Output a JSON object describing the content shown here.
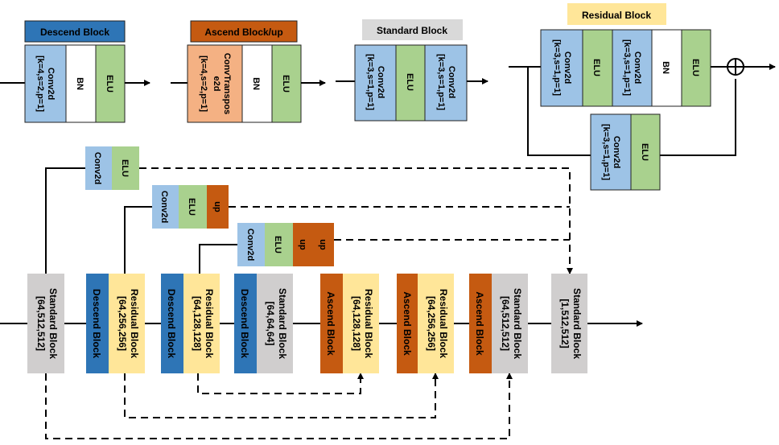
{
  "colors": {
    "conv": "#9dc3e6",
    "bn": "#ffffff",
    "elu": "#a9d18e",
    "convtrans": "#f4b183",
    "up": "#c55a11",
    "descend": "#2e75b6",
    "ascend": "#c55a11",
    "standard": "#d0cece",
    "residual": "#ffe699",
    "legend_standard_bg": "#d9d9d9",
    "legend_residual_bg": "#ffe699"
  },
  "legend": {
    "descend": {
      "title": "Descend Block",
      "conv_name": "Conv2d",
      "conv_params": "[k=4,s=2,p=1]",
      "bn": "BN",
      "elu": "ELU"
    },
    "ascend": {
      "title": "Ascend Block/up",
      "conv_name_1": "ConvTranspos",
      "conv_name_2": "e2d",
      "conv_params": "[k=4,s=2,p=1]",
      "bn": "BN",
      "elu": "ELU"
    },
    "standard": {
      "title": "Standard Block",
      "conv1_name": "Conv2d",
      "conv1_params": "[k=3,s=1,p=1]",
      "elu1": "ELU",
      "conv2_name": "Conv2d",
      "conv2_params": "[k=3,s=1,p=1]"
    },
    "residual": {
      "title": "Residual Block",
      "conv1_name": "Conv2d",
      "conv1_params": "[k=3,s=1,p=1]",
      "elu1": "ELU",
      "conv2_name": "Conv2d",
      "conv2_params": "[k=3,s=1,p=1]",
      "bn": "BN",
      "elu2": "ELU",
      "skip_conv_name": "Conv2d",
      "skip_conv_params": "[k=3,s=1,p=1]",
      "skip_elu": "ELU"
    }
  },
  "pipeline": {
    "std1": {
      "name": "Standard Block",
      "dims": "[64,512,512]"
    },
    "desc1": {
      "name": "Descend Block"
    },
    "res1": {
      "name": "Residual Block",
      "dims": "[64,256,256]"
    },
    "desc2": {
      "name": "Descend Block"
    },
    "res2": {
      "name": "Residual Block",
      "dims": "[64,128,128]"
    },
    "desc3": {
      "name": "Descend Block"
    },
    "std2": {
      "name": "Standard Block",
      "dims": "[64,64,64]"
    },
    "asc1": {
      "name": "Ascend Block"
    },
    "res3": {
      "name": "Residual Block",
      "dims": "[64,128,128]"
    },
    "asc2": {
      "name": "Ascend Block"
    },
    "res4": {
      "name": "Residual Block",
      "dims": "[64,256,256]"
    },
    "asc3": {
      "name": "Ascend Block"
    },
    "std3": {
      "name": "Standard Block",
      "dims": "[64,512,512]"
    },
    "std4": {
      "name": "Standard Block",
      "dims": "[1,512,512]"
    }
  },
  "side_branches": {
    "b1": {
      "conv": "Conv2d",
      "elu": "ELU"
    },
    "b2": {
      "conv": "Conv2d",
      "elu": "ELU",
      "up": "up"
    },
    "b3": {
      "conv": "Conv2d",
      "elu": "ELU",
      "up1": "up",
      "up2": "up"
    }
  }
}
